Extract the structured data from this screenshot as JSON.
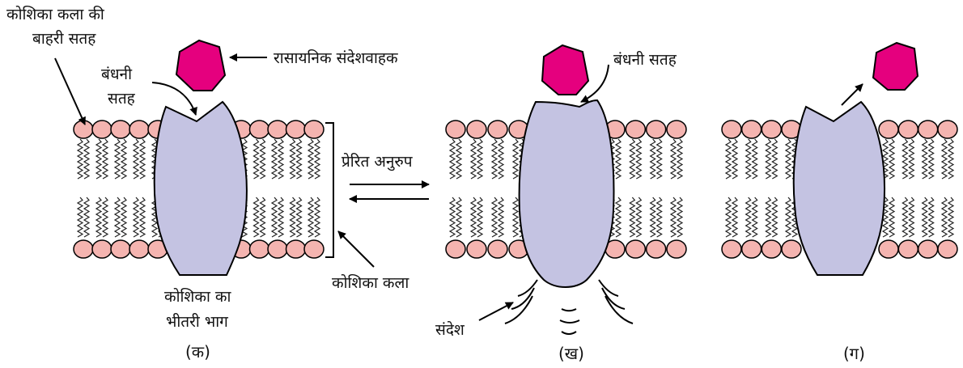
{
  "labels": {
    "outer_surface_line1": "कोशिका कला की",
    "outer_surface_line2": "बाहरी सतह",
    "binding_surface_a_line1": "बंधनी",
    "binding_surface_a_line2": "सतह",
    "chemical_messenger": "रासायनिक संदेशवाहक",
    "binding_surface_b": "बंधनी सतह",
    "induced_fit": "प्रेरित अनुरुप",
    "cell_membrane": "कोशिका कला",
    "cell_interior_line1": "कोशिका का",
    "cell_interior_line2": "भीतरी भाग",
    "message": "संदेश"
  },
  "captions": {
    "a": "(क)",
    "b": "(ख)",
    "c": "(ग)"
  },
  "colors": {
    "messenger": "#e5007e",
    "receptor": "#c4c3e2",
    "lipid_head": "#f4b4b0",
    "outline": "#000000"
  }
}
